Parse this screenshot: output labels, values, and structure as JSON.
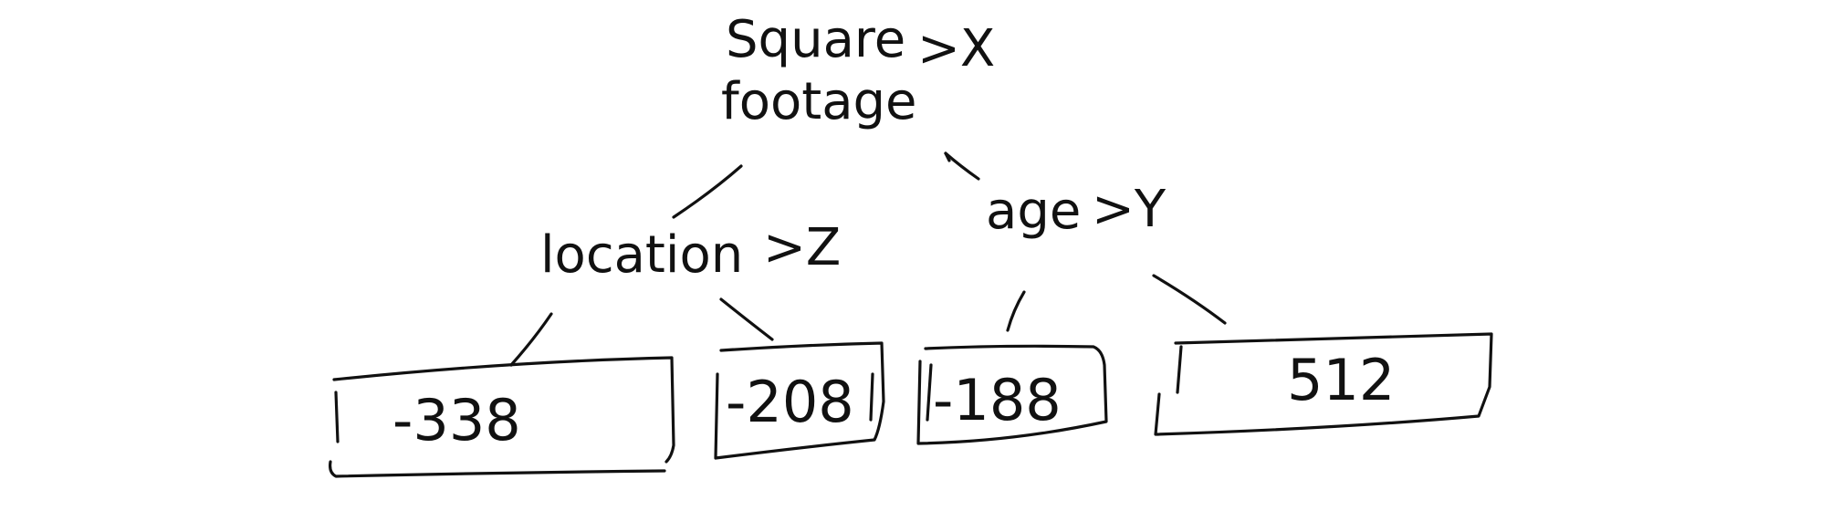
{
  "diagram": {
    "type": "decision-tree",
    "root": {
      "label_line1": "Square",
      "label_line2": "footage",
      "condition": ">X"
    },
    "left_split": {
      "label": "location",
      "condition": ">Z"
    },
    "right_split": {
      "label": "age",
      "condition": ">Y"
    },
    "leaves": [
      {
        "value": "-338"
      },
      {
        "value": "-208"
      },
      {
        "value": "-188"
      },
      {
        "value": "512"
      }
    ],
    "colors": {
      "ink": "#111111",
      "background": "#ffffff"
    }
  }
}
